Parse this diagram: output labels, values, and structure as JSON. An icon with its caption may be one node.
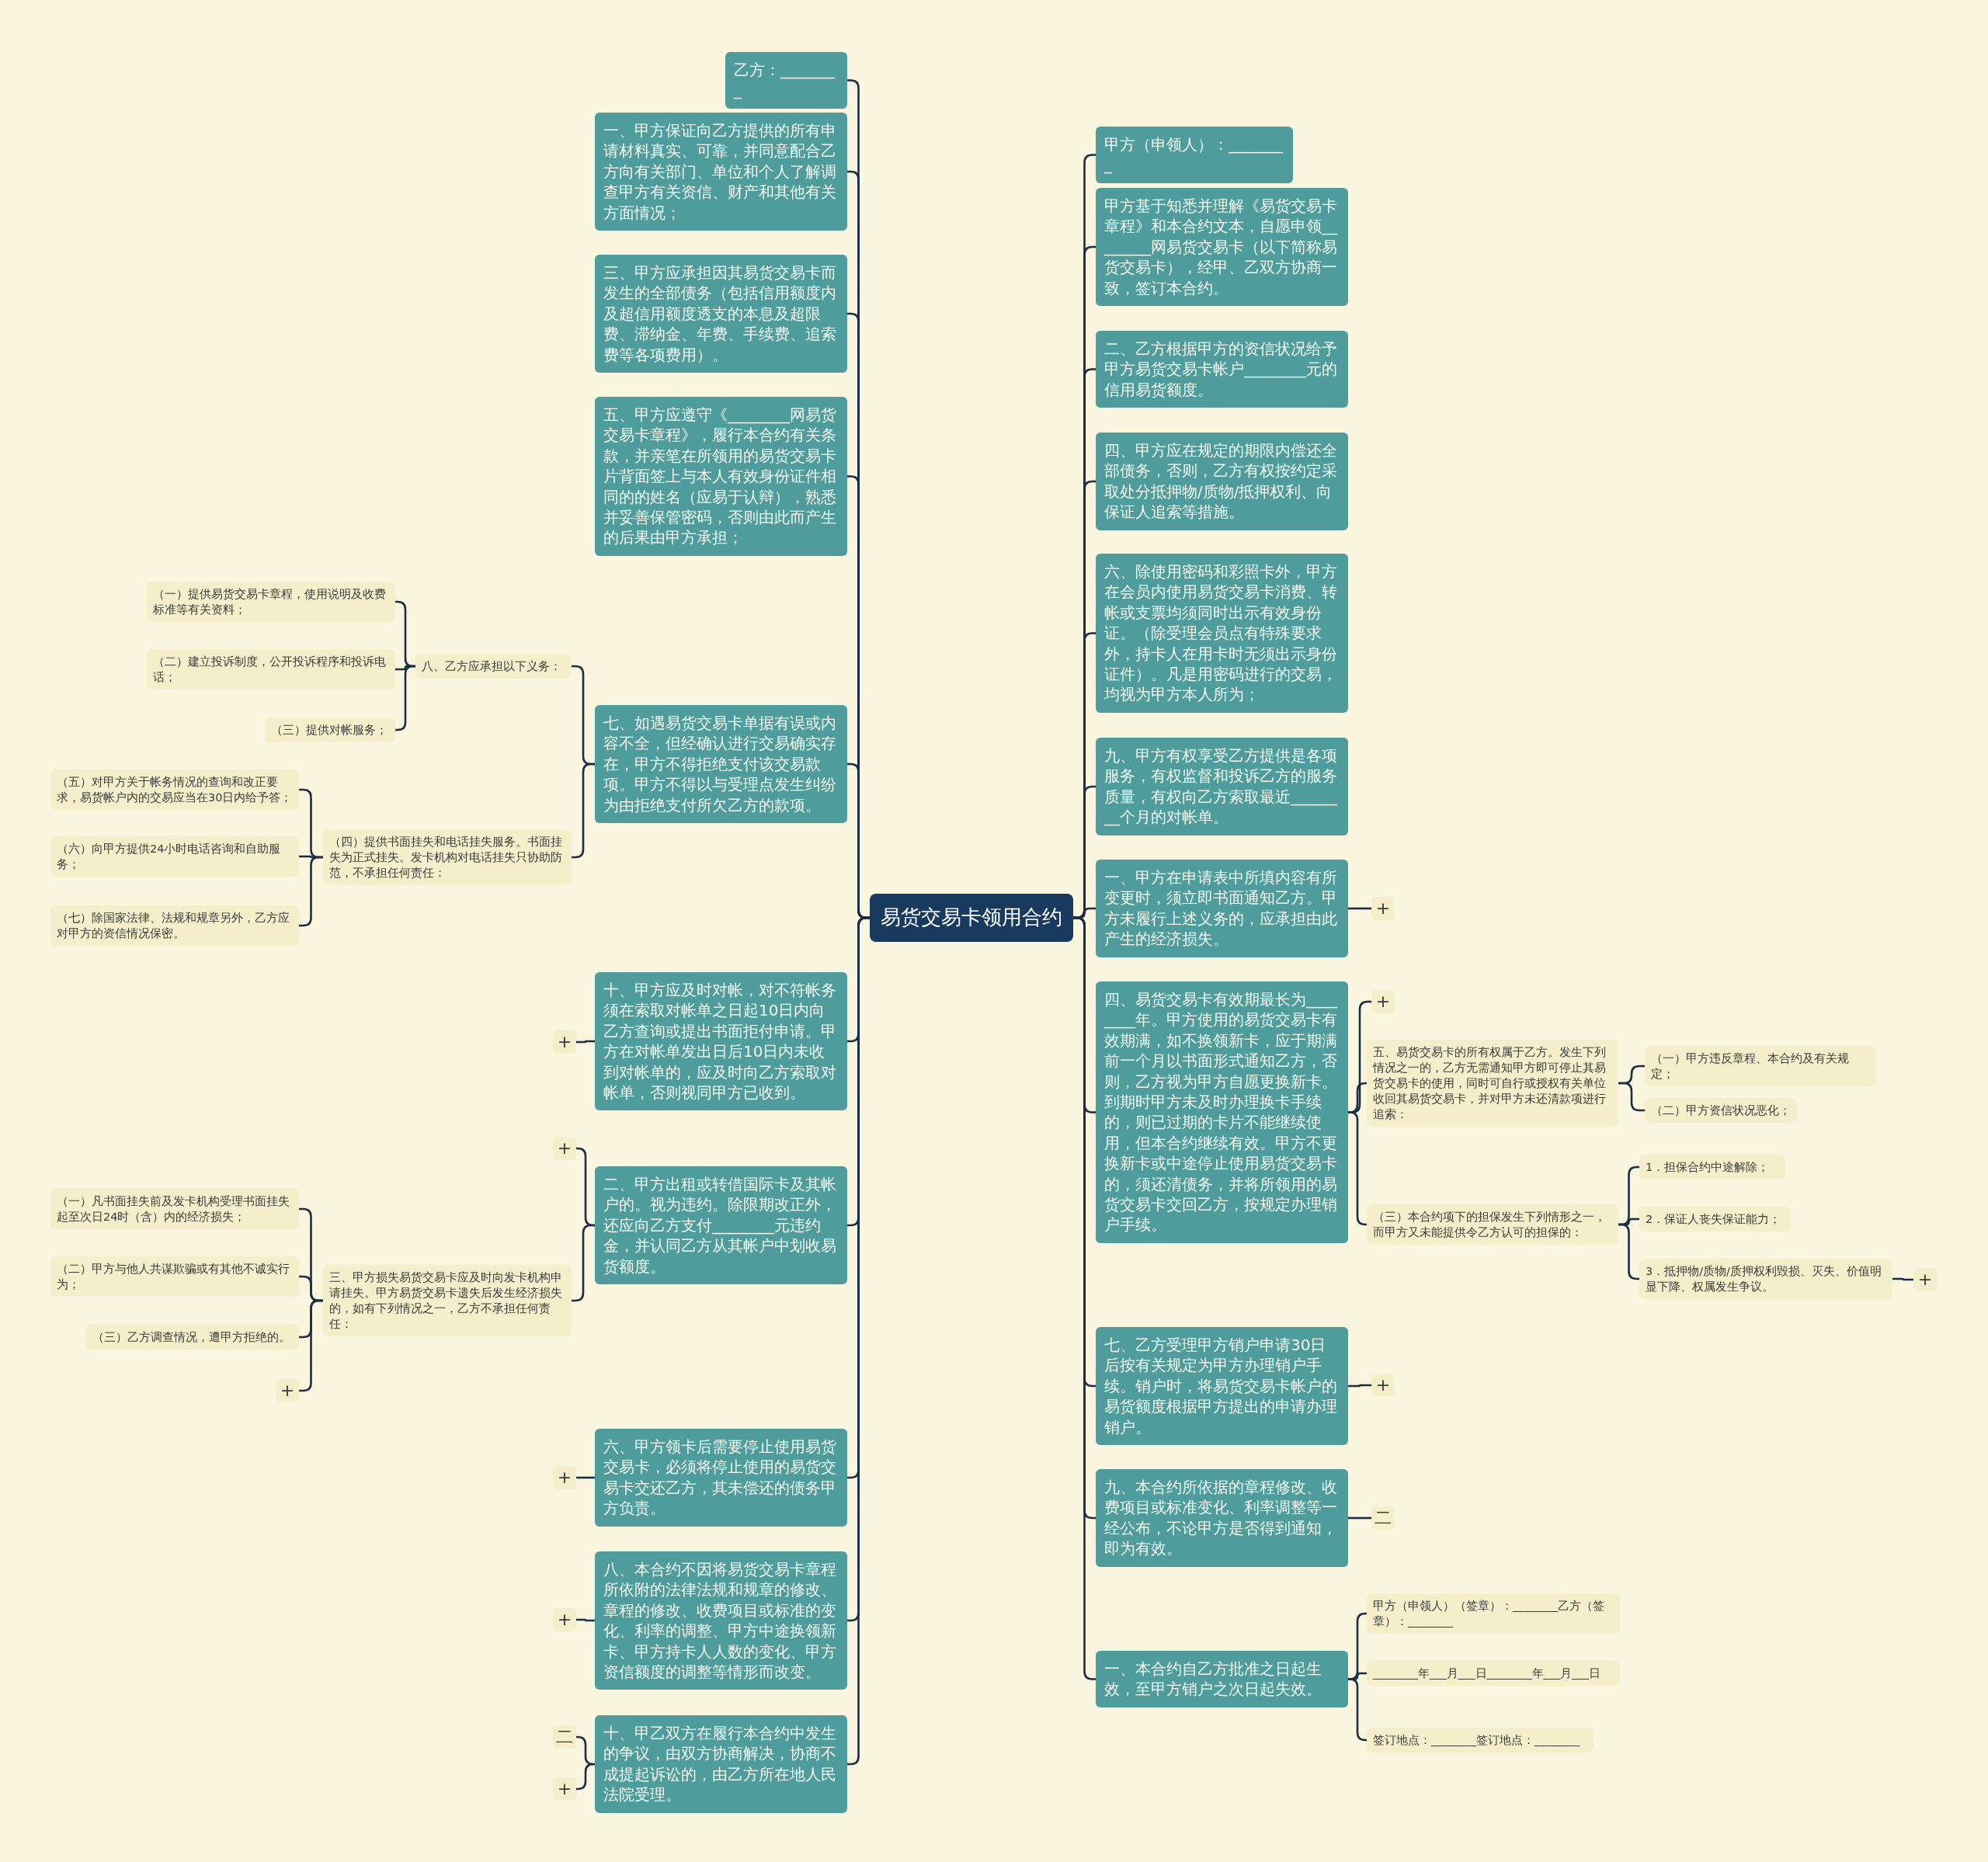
{
  "diagram": {
    "nodes": [
      {
        "text": [
          "易货交易卡领用合约"
        ]
      },
      {
        "text": [
          "乙方：________"
        ]
      },
      {
        "text": [
          "一、甲方保证向乙方提供的所有申请材料真实、可靠，并同意配合乙方向有关部门、单位和个人了解调查甲方有关资信、财产和其他有关方面情况；"
        ]
      },
      {
        "text": [
          "三、甲方应承担因其易货交易卡而发生的全部债务（包括信用额度内及超信用额度透支的本息及超限费、滞纳金、年费、手续费、追索费等各项费用）。"
        ]
      },
      {
        "text": [
          "五、甲方应遵守《________网易货交易卡章程》，履行本合约有关条款，并亲笔在所领用的易货交易卡片背面签上与本人有效身份证件相同的的姓名（应易于认辩），熟悉并妥善保管密码，否则由此而产生的后果由甲方承担；"
        ]
      },
      {
        "text": [
          "七、如遇易货交易卡单据有误或内容不全，但经确认进行交易确实存在，甲方不得拒绝支付该交易款项。甲方不得以与受理点发生纠纷为由拒绝支付所欠乙方的款项。"
        ]
      },
      {
        "text": [
          "八、乙方应承担以下义务："
        ]
      },
      {
        "text": [
          "（一）提供易货交易卡章程，使用说明及收费标准等有关资料；"
        ]
      },
      {
        "text": [
          "（二）建立投诉制度，公开投诉程序和投诉电话；"
        ]
      },
      {
        "text": [
          "（三）提供对帐服务；"
        ]
      },
      {
        "text": [
          "（四）提供书面挂失和电话挂失服务。书面挂失为正式挂失。发卡机构对电话挂失只协助防范，不承担任何责任："
        ]
      },
      {
        "text": [
          "（五）对甲方关于帐务情况的查询和改正要求，易货帐户内的交易应当在30日内给予答；"
        ]
      },
      {
        "text": [
          "（六）向甲方提供24小时电话咨询和自助服务；"
        ]
      },
      {
        "text": [
          "（七）除国家法律、法规和规章另外，乙方应对甲方的资信情况保密。"
        ]
      },
      {
        "text": [
          "十、甲方应及时对帐，对不符帐务须在索取对帐单之日起10日内向乙方查询或提出书面拒付申请。甲方在对帐单发出日后10日内未收到对帐单的，应及时向乙方索取对帐单，否则视同甲方已收到。"
        ]
      },
      {
        "text": [
          "+"
        ]
      },
      {
        "text": [
          "二、甲方出租或转借国际卡及其帐户的。视为违约。除限期改正外，还应向乙方支付________元违约金，并认同乙方从其帐户中划收易货额度。"
        ]
      },
      {
        "text": [
          "+"
        ]
      },
      {
        "text": [
          "三、甲方损失易货交易卡应及时向发卡机构申请挂失。甲方易货交易卡遗失后发生经济损失的，如有下列情况之一，乙方不承担任何责任："
        ]
      },
      {
        "text": [
          "（一）凡书面挂失前及发卡机构受理书面挂失起至次日24时（含）内的经济损失；"
        ]
      },
      {
        "text": [
          "（二）甲方与他人共谋欺骗或有其他不诚实行为；"
        ]
      },
      {
        "text": [
          "（三）乙方调查情况，遭甲方拒绝的。"
        ]
      },
      {
        "text": [
          "+"
        ]
      },
      {
        "text": [
          "六、甲方领卡后需要停止使用易货交易卡，必须将停止使用的易货交易卡交还乙方，其未偿还的债务甲方负责。"
        ]
      },
      {
        "text": [
          "+"
        ]
      },
      {
        "text": [
          "八、本合约不因将易货交易卡章程所依附的法律法规和规章的修改、章程的修改、收费项目或标准的变化、利率的调整、甲方中途换领新卡、甲方持卡人人数的变化、甲方资信额度的调整等情形而改变。"
        ]
      },
      {
        "text": [
          "+"
        ]
      },
      {
        "text": [
          "十、甲乙双方在履行本合约中发生的争议，由双方协商解决，协商不成提起诉讼的，由乙方所在地人民法院受理。"
        ]
      },
      {
        "text": [
          "二"
        ]
      },
      {
        "text": [
          "+"
        ]
      },
      {
        "text": [
          "甲方（申领人）：________"
        ]
      },
      {
        "text": [
          "甲方基于知悉并理解《易货交易卡章程》和本合约文本，自愿申领________网易货交易卡（以下简称易货交易卡），经甲、乙双方协商一致，签订本合约。"
        ]
      },
      {
        "text": [
          "二、乙方根据甲方的资信状况给予甲方易货交易卡帐户________元的信用易货额度。"
        ]
      },
      {
        "text": [
          "四、甲方应在规定的期限内偿还全部债务，否则，乙方有权按约定采取处分抵押物/质物/抵押权利、向保证人追索等措施。"
        ]
      },
      {
        "text": [
          "六、除使用密码和彩照卡外，甲方在会员内使用易货交易卡消费、转帐或支票均须同时出示有效身份证。（除受理会员点有特殊要求外，持卡人在用卡时无须出示身份证件）。凡是用密码进行的交易，均视为甲方本人所为；"
        ]
      },
      {
        "text": [
          "九、甲方有权享受乙方提供是各项服务，有权监督和投诉乙方的服务质量，有权向乙方索取最近________个月的对帐单。"
        ]
      },
      {
        "text": [
          "一、甲方在申请表中所填内容有所变更时，须立即书面通知乙方。甲方未履行上述义务的，应承担由此产生的经济损失。"
        ]
      },
      {
        "text": [
          "+"
        ]
      },
      {
        "text": [
          "四、易货交易卡有效期最长为________年。甲方使用的易货交易卡有效期满，如不换领新卡，应于期满前一个月以书面形式通知乙方，否则，乙方视为甲方自愿更换新卡。到期时甲方未及时办理换卡手续的，则已过期的卡片不能继续使用，但本合约继续有效。甲方不更换新卡或中途停止使用易货交易卡的，须还清债务，并将所领用的易货交易卡交回乙方，按规定办理销户手续。"
        ]
      },
      {
        "text": [
          "+"
        ]
      },
      {
        "text": [
          "五、易货交易卡的所有权属于乙方。发生下列情况之一的，乙方无需通知甲方即可停止其易货交易卡的使用，同时可自行或授权有关单位收回其易货交易卡，并对甲方未还清款项进行追索："
        ]
      },
      {
        "text": [
          "（一）甲方违反章程、本合约及有关规定；"
        ]
      },
      {
        "text": [
          "（二）甲方资信状况恶化；"
        ]
      },
      {
        "text": [
          "（三）本合约项下的担保发生下列情形之一，而甲方又未能提供令乙方认可的担保的："
        ]
      },
      {
        "text": [
          "1．担保合约中途解除；"
        ]
      },
      {
        "text": [
          "2．保证人丧失保证能力；"
        ]
      },
      {
        "text": [
          "3．抵押物/质物/质押权利毁损、灭失、价值明显下降、权属发生争议。"
        ]
      },
      {
        "text": [
          "+"
        ]
      },
      {
        "text": [
          "七、乙方受理甲方销户申请30日后按有关规定为甲方办理销户手续。销户时，将易货交易卡帐户的易货额度根据甲方提出的申请办理销户。"
        ]
      },
      {
        "text": [
          "+"
        ]
      },
      {
        "text": [
          "九、本合约所依据的章程修改、收费项目或标准变化、利率调整等一经公布，不论甲方是否得到通知，即为有效。"
        ]
      },
      {
        "text": [
          "二"
        ]
      },
      {
        "text": [
          "一、本合约自乙方批准之日起生效，至甲方销户之次日起失效。"
        ]
      },
      {
        "text": [
          "甲方（申领人）（签章）：________乙方（签章）：________"
        ]
      },
      {
        "text": [
          "________年___月___日________年___月___日"
        ]
      },
      {
        "text": [
          "签订地点：________签订地点：________"
        ]
      }
    ],
    "edges": [
      {
        "from": 0,
        "to": 1,
        "arrow": "none"
      },
      {
        "from": 0,
        "to": 2,
        "arrow": "none"
      },
      {
        "from": 0,
        "to": 3,
        "arrow": "none"
      },
      {
        "from": 0,
        "to": 4,
        "arrow": "none"
      },
      {
        "from": 0,
        "to": 5,
        "arrow": "none"
      },
      {
        "from": 5,
        "to": 6,
        "arrow": "none"
      },
      {
        "from": 6,
        "to": 7,
        "arrow": "none"
      },
      {
        "from": 6,
        "to": 8,
        "arrow": "none"
      },
      {
        "from": 6,
        "to": 9,
        "arrow": "none"
      },
      {
        "from": 5,
        "to": 10,
        "arrow": "none"
      },
      {
        "from": 10,
        "to": 11,
        "arrow": "none"
      },
      {
        "from": 10,
        "to": 12,
        "arrow": "none"
      },
      {
        "from": 10,
        "to": 13,
        "arrow": "none"
      },
      {
        "from": 0,
        "to": 14,
        "arrow": "none"
      },
      {
        "from": 14,
        "to": 15,
        "arrow": "none"
      },
      {
        "from": 0,
        "to": 16,
        "arrow": "none"
      },
      {
        "from": 16,
        "to": 17,
        "arrow": "none"
      },
      {
        "from": 16,
        "to": 18,
        "arrow": "none"
      },
      {
        "from": 18,
        "to": 19,
        "arrow": "none"
      },
      {
        "from": 18,
        "to": 20,
        "arrow": "none"
      },
      {
        "from": 18,
        "to": 21,
        "arrow": "none"
      },
      {
        "from": 18,
        "to": 22,
        "arrow": "none"
      },
      {
        "from": 0,
        "to": 23,
        "arrow": "none"
      },
      {
        "from": 23,
        "to": 24,
        "arrow": "none"
      },
      {
        "from": 0,
        "to": 25,
        "arrow": "none"
      },
      {
        "from": 25,
        "to": 26,
        "arrow": "none"
      },
      {
        "from": 0,
        "to": 27,
        "arrow": "none"
      },
      {
        "from": 27,
        "to": 28,
        "arrow": "none"
      },
      {
        "from": 27,
        "to": 29,
        "arrow": "none"
      },
      {
        "from": 0,
        "to": 30,
        "arrow": "none"
      },
      {
        "from": 0,
        "to": 31,
        "arrow": "none"
      },
      {
        "from": 0,
        "to": 32,
        "arrow": "none"
      },
      {
        "from": 0,
        "to": 33,
        "arrow": "none"
      },
      {
        "from": 0,
        "to": 34,
        "arrow": "none"
      },
      {
        "from": 0,
        "to": 35,
        "arrow": "none"
      },
      {
        "from": 0,
        "to": 36,
        "arrow": "none"
      },
      {
        "from": 36,
        "to": 37,
        "arrow": "none"
      },
      {
        "from": 0,
        "to": 38,
        "arrow": "none"
      },
      {
        "from": 38,
        "to": 39,
        "arrow": "none"
      },
      {
        "from": 38,
        "to": 40,
        "arrow": "none"
      },
      {
        "from": 40,
        "to": 41,
        "arrow": "none"
      },
      {
        "from": 40,
        "to": 42,
        "arrow": "none"
      },
      {
        "from": 38,
        "to": 43,
        "arrow": "none"
      },
      {
        "from": 43,
        "to": 44,
        "arrow": "none"
      },
      {
        "from": 43,
        "to": 45,
        "arrow": "none"
      },
      {
        "from": 43,
        "to": 46,
        "arrow": "none"
      },
      {
        "from": 46,
        "to": 47,
        "arrow": "none"
      },
      {
        "from": 0,
        "to": 48,
        "arrow": "none"
      },
      {
        "from": 48,
        "to": 49,
        "arrow": "none"
      },
      {
        "from": 0,
        "to": 50,
        "arrow": "none"
      },
      {
        "from": 50,
        "to": 51,
        "arrow": "none"
      },
      {
        "from": 0,
        "to": 52,
        "arrow": "none"
      },
      {
        "from": 52,
        "to": 53,
        "arrow": "none"
      },
      {
        "from": 52,
        "to": 54,
        "arrow": "none"
      },
      {
        "from": 52,
        "to": 55,
        "arrow": "none"
      }
    ]
  }
}
